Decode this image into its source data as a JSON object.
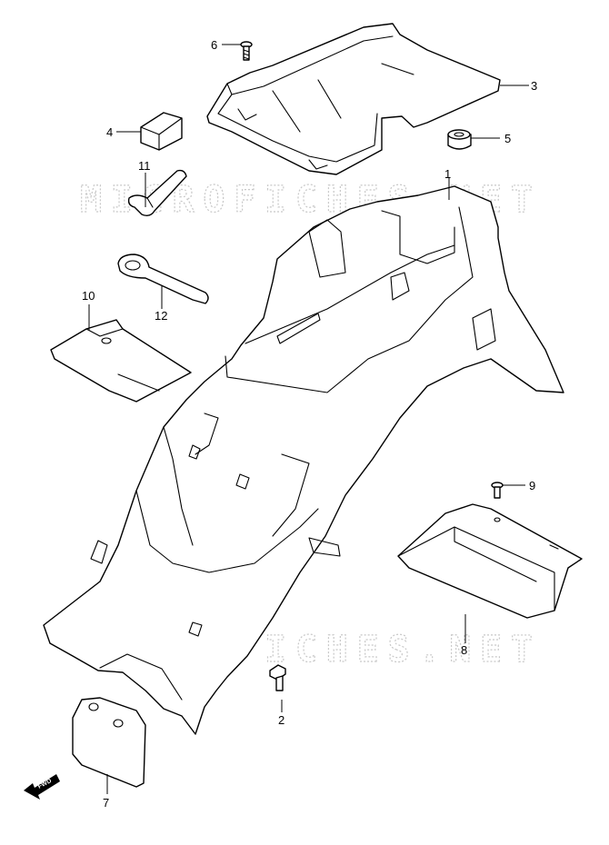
{
  "watermark": "MICROFICHES.NET",
  "direction_badge": "FWD",
  "callouts": [
    {
      "id": "1",
      "label": "1"
    },
    {
      "id": "2",
      "label": "2"
    },
    {
      "id": "3",
      "label": "3"
    },
    {
      "id": "4",
      "label": "4"
    },
    {
      "id": "5",
      "label": "5"
    },
    {
      "id": "6",
      "label": "6"
    },
    {
      "id": "7",
      "label": "7"
    },
    {
      "id": "8",
      "label": "8"
    },
    {
      "id": "9",
      "label": "9"
    },
    {
      "id": "10",
      "label": "10"
    },
    {
      "id": "11",
      "label": "11"
    },
    {
      "id": "12",
      "label": "12"
    }
  ]
}
